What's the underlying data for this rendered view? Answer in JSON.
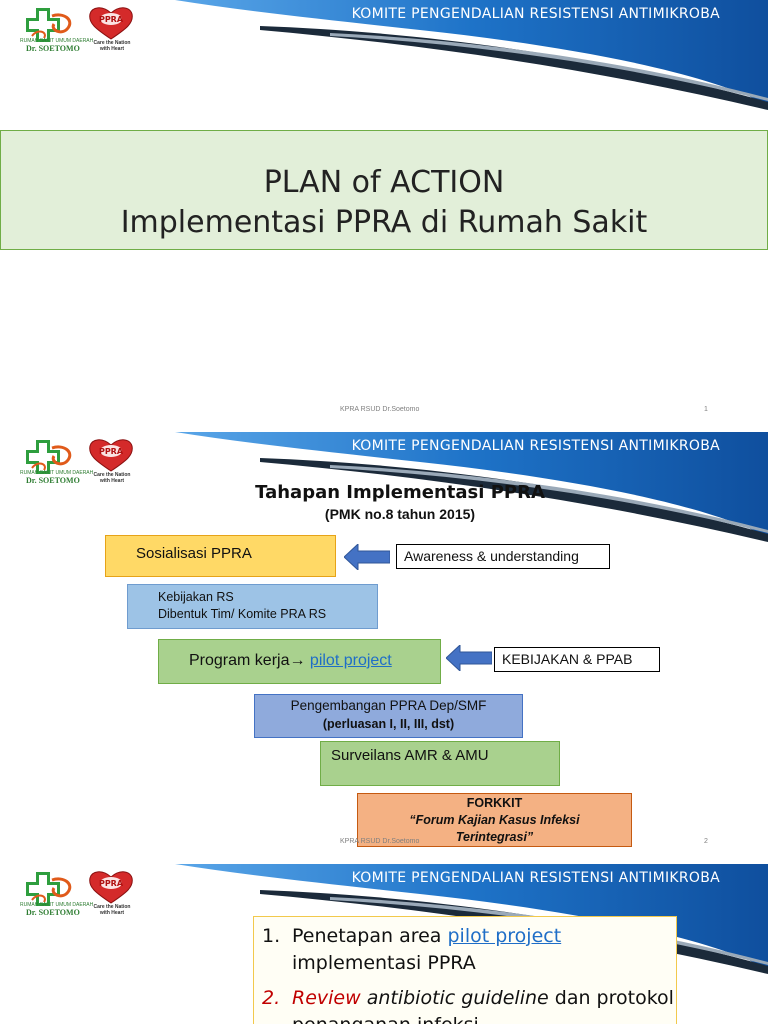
{
  "header": {
    "banner_title": "KOMITE PENGENDALIAN RESISTENSI ANTIMIKROBA",
    "logo_a_small": "RUMAH SAKIT UMUM DAERAH",
    "logo_a_name": "Dr. SOETOMO",
    "logo_b_label": "PPRA",
    "logo_b_tagline": "Care the Nation with Heart",
    "colors": {
      "banner_blue": "#1e73c8",
      "banner_dark": "#1b2a3a"
    }
  },
  "slide1": {
    "title_line1": "PLAN of ACTION",
    "title_line2": "Implementasi PPRA di Rumah Sakit",
    "footer_text": "KPRA RSUD Dr.Soetomo",
    "page": "1"
  },
  "slide2": {
    "title": "Tahapan  Implementasi  PPRA",
    "subtitle": "(PMK no.8 tahun 2015)",
    "sosialisasi": "Sosialisasi PPRA",
    "awareness": "Awareness & understanding",
    "kebijakan_line1": "Kebijakan RS",
    "kebijakan_line2": "Dibentuk Tim/ Komite PRA RS",
    "program_prefix": "Program kerja→ ",
    "program_link": "pilot project",
    "kebijakan_ppab": "KEBIJAKAN & PPAB",
    "pengembangan_line1": "Pengembangan PPRA Dep/SMF",
    "pengembangan_line2": "(perluasan I, II, III, dst)",
    "surveilans": "Surveilans AMR & AMU",
    "forkkit_line1": "FORKKIT",
    "forkkit_line2": "“Forum Kajian Kasus Infeksi",
    "forkkit_line3": "Terintegrasi”",
    "footer_text": "KPRA RSUD Dr.Soetomo",
    "page": "2"
  },
  "slide3": {
    "item1_num": "1.",
    "item1_pre": "Penetapan area ",
    "item1_link": "pilot project",
    "item1_post": "implementasi PPRA",
    "item2_num": "2.",
    "item2_red": "Review",
    "item2_it": " antibiotic guideline",
    "item2_post": " dan protokol",
    "item2_line2": "penanganan infeksi"
  }
}
